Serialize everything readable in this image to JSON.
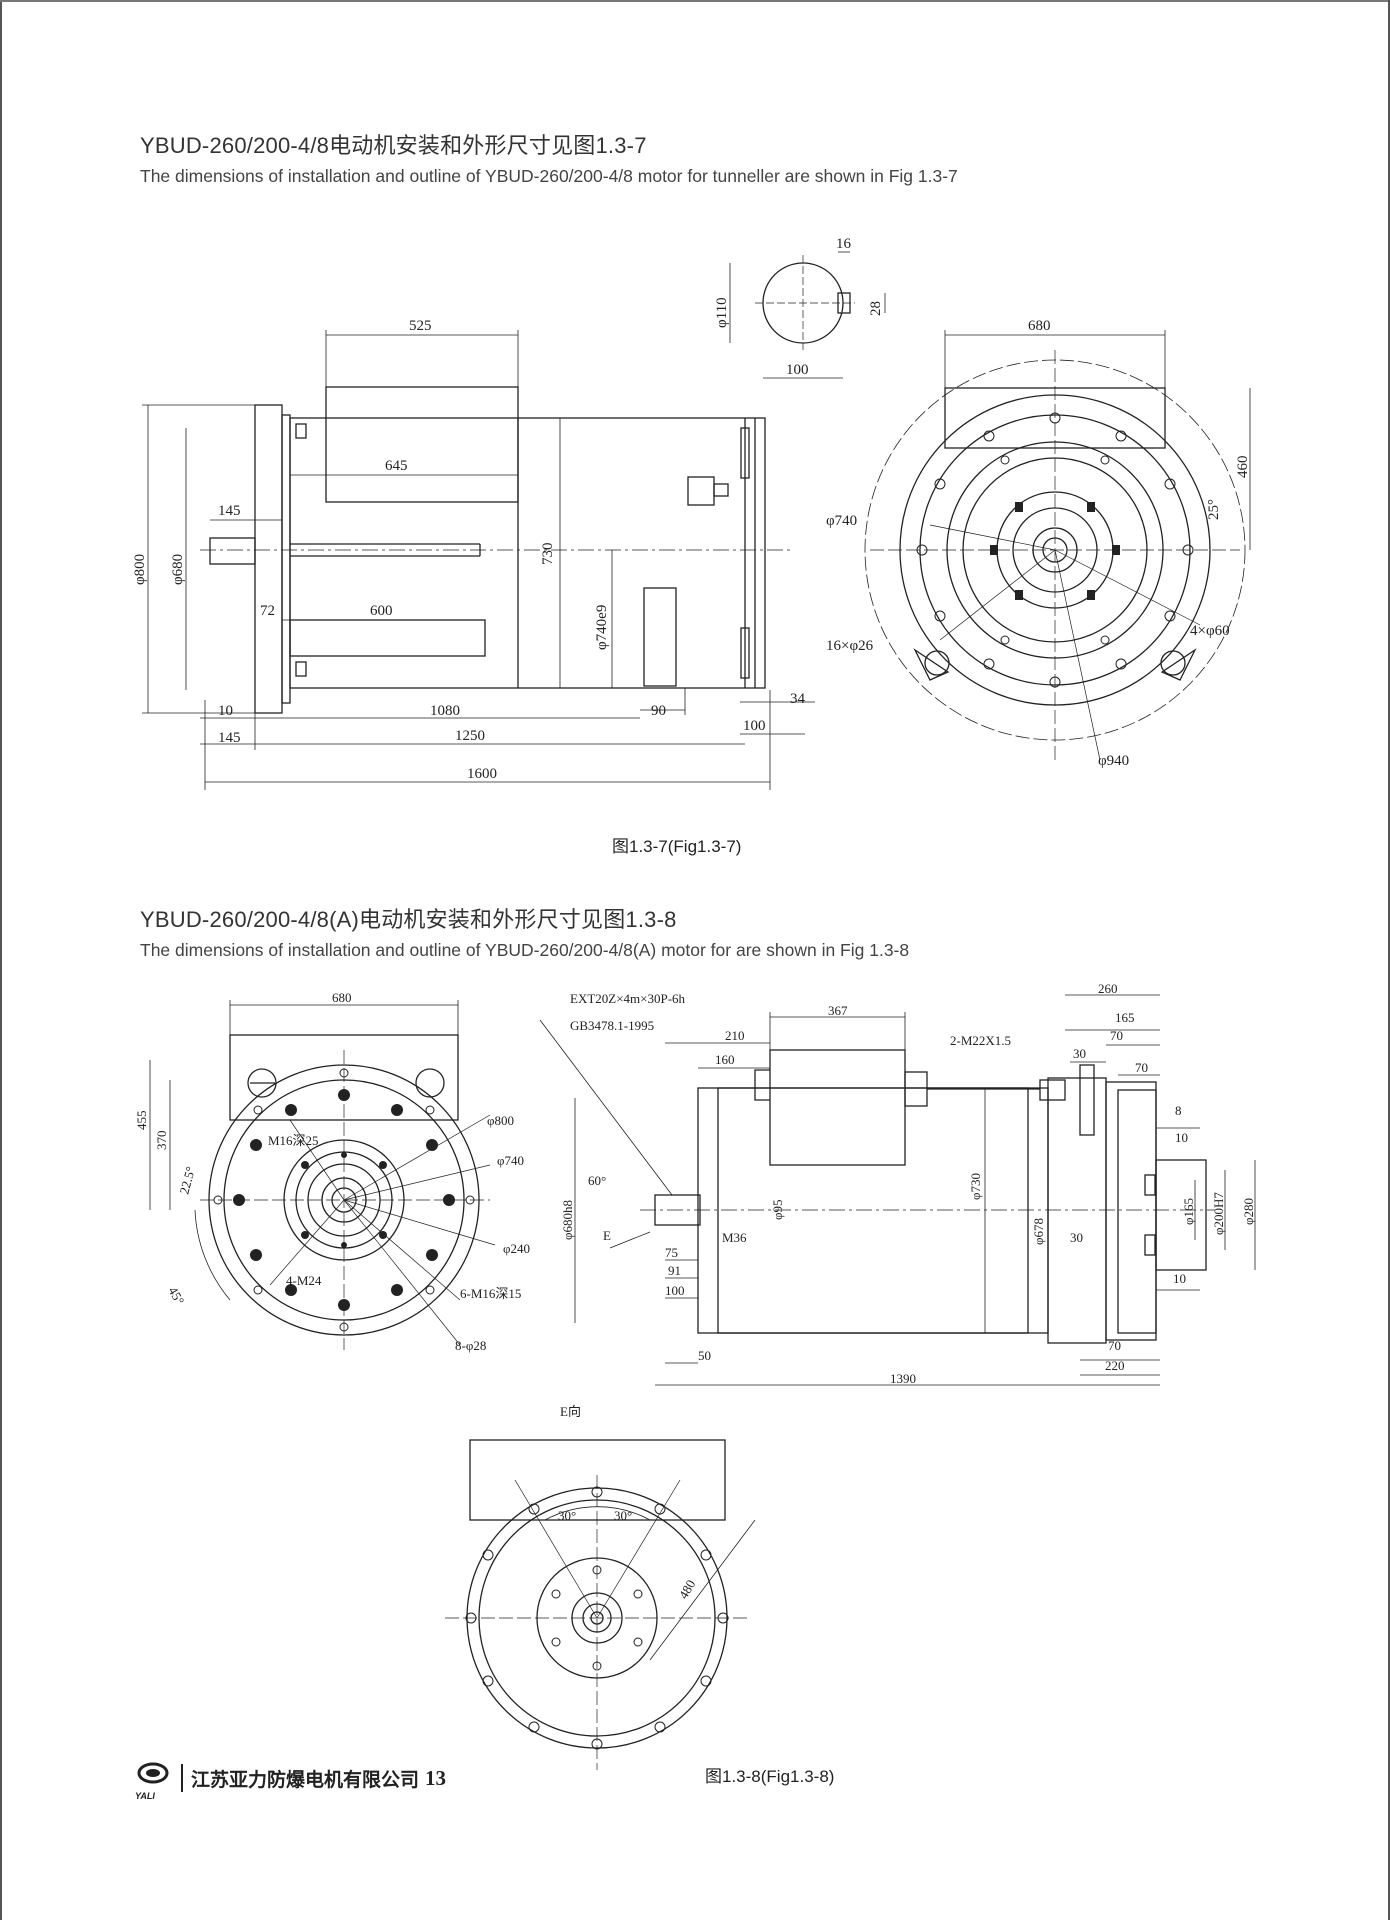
{
  "section1": {
    "title": "YBUD-260/200-4/8电动机安装和外形尺寸见图1.3-7",
    "subtitle": "The dimensions of installation and outline of YBUD-260/200-4/8 motor for tunneller are shown in Fig 1.3-7",
    "caption": "图1.3-7(Fig1.3-7)",
    "dims": {
      "d525": "525",
      "d645": "645",
      "d145a": "145",
      "d72": "72",
      "d600": "600",
      "d730": "730",
      "d740e9": "φ740e9",
      "d800": "φ800",
      "d680": "φ680",
      "d10": "10",
      "d1080": "1080",
      "d90": "90",
      "d34": "34",
      "d145b": "145",
      "d1250": "1250",
      "d100": "100",
      "d1600": "1600",
      "d16": "16",
      "d110": "φ110",
      "d28": "28",
      "d100b": "100",
      "end680": "680",
      "end460": "460",
      "end25": "25°",
      "end740": "φ740",
      "end16x26": "16×φ26",
      "end4x60": "4×φ60",
      "end940": "φ940"
    }
  },
  "section2": {
    "title": "YBUD-260/200-4/8(A)电动机安装和外形尺寸见图1.3-8",
    "subtitle": "The dimensions of installation and outline of YBUD-260/200-4/8(A) motor for are shown in  Fig 1.3-8",
    "caption": "图1.3-8(Fig1.3-8)",
    "view_label": "E向",
    "dims": {
      "f680": "680",
      "f455": "455",
      "f370": "370",
      "f225": "22.5°",
      "f45": "45°",
      "fm16": "M16深25",
      "f800": "φ800",
      "f740": "φ740",
      "f240": "φ240",
      "f4m24": "4-M24",
      "f6m16": "6-M16深15",
      "f8x28": "8-φ28",
      "spline1": "EXT20Z×4m×30P-6h",
      "spline2": "GB3478.1-1995",
      "s367": "367",
      "s210": "210",
      "s160": "160",
      "s2m22": "2-M22X1.5",
      "s260": "260",
      "s165": "165",
      "s70a": "70",
      "s30a": "30",
      "s70b": "70",
      "s8": "8",
      "s10a": "10",
      "s60": "60°",
      "sE": "E",
      "s680h8": "φ680h8",
      "s95": "φ95",
      "sm36": "M36",
      "s730": "φ730",
      "s678": "φ678",
      "s30b": "30",
      "s165d": "φ165",
      "s200h7": "φ200H7",
      "s280": "φ280",
      "s75": "75",
      "s91": "91",
      "s100": "100",
      "s10b": "10",
      "s50": "50",
      "s70c": "70",
      "s220": "220",
      "s1390": "1390",
      "e30a": "30°",
      "e30b": "30°",
      "e480": "480"
    }
  },
  "footer": {
    "logo_text": "YALI",
    "company": "江苏亚力防爆电机有限公司",
    "page": "13"
  }
}
